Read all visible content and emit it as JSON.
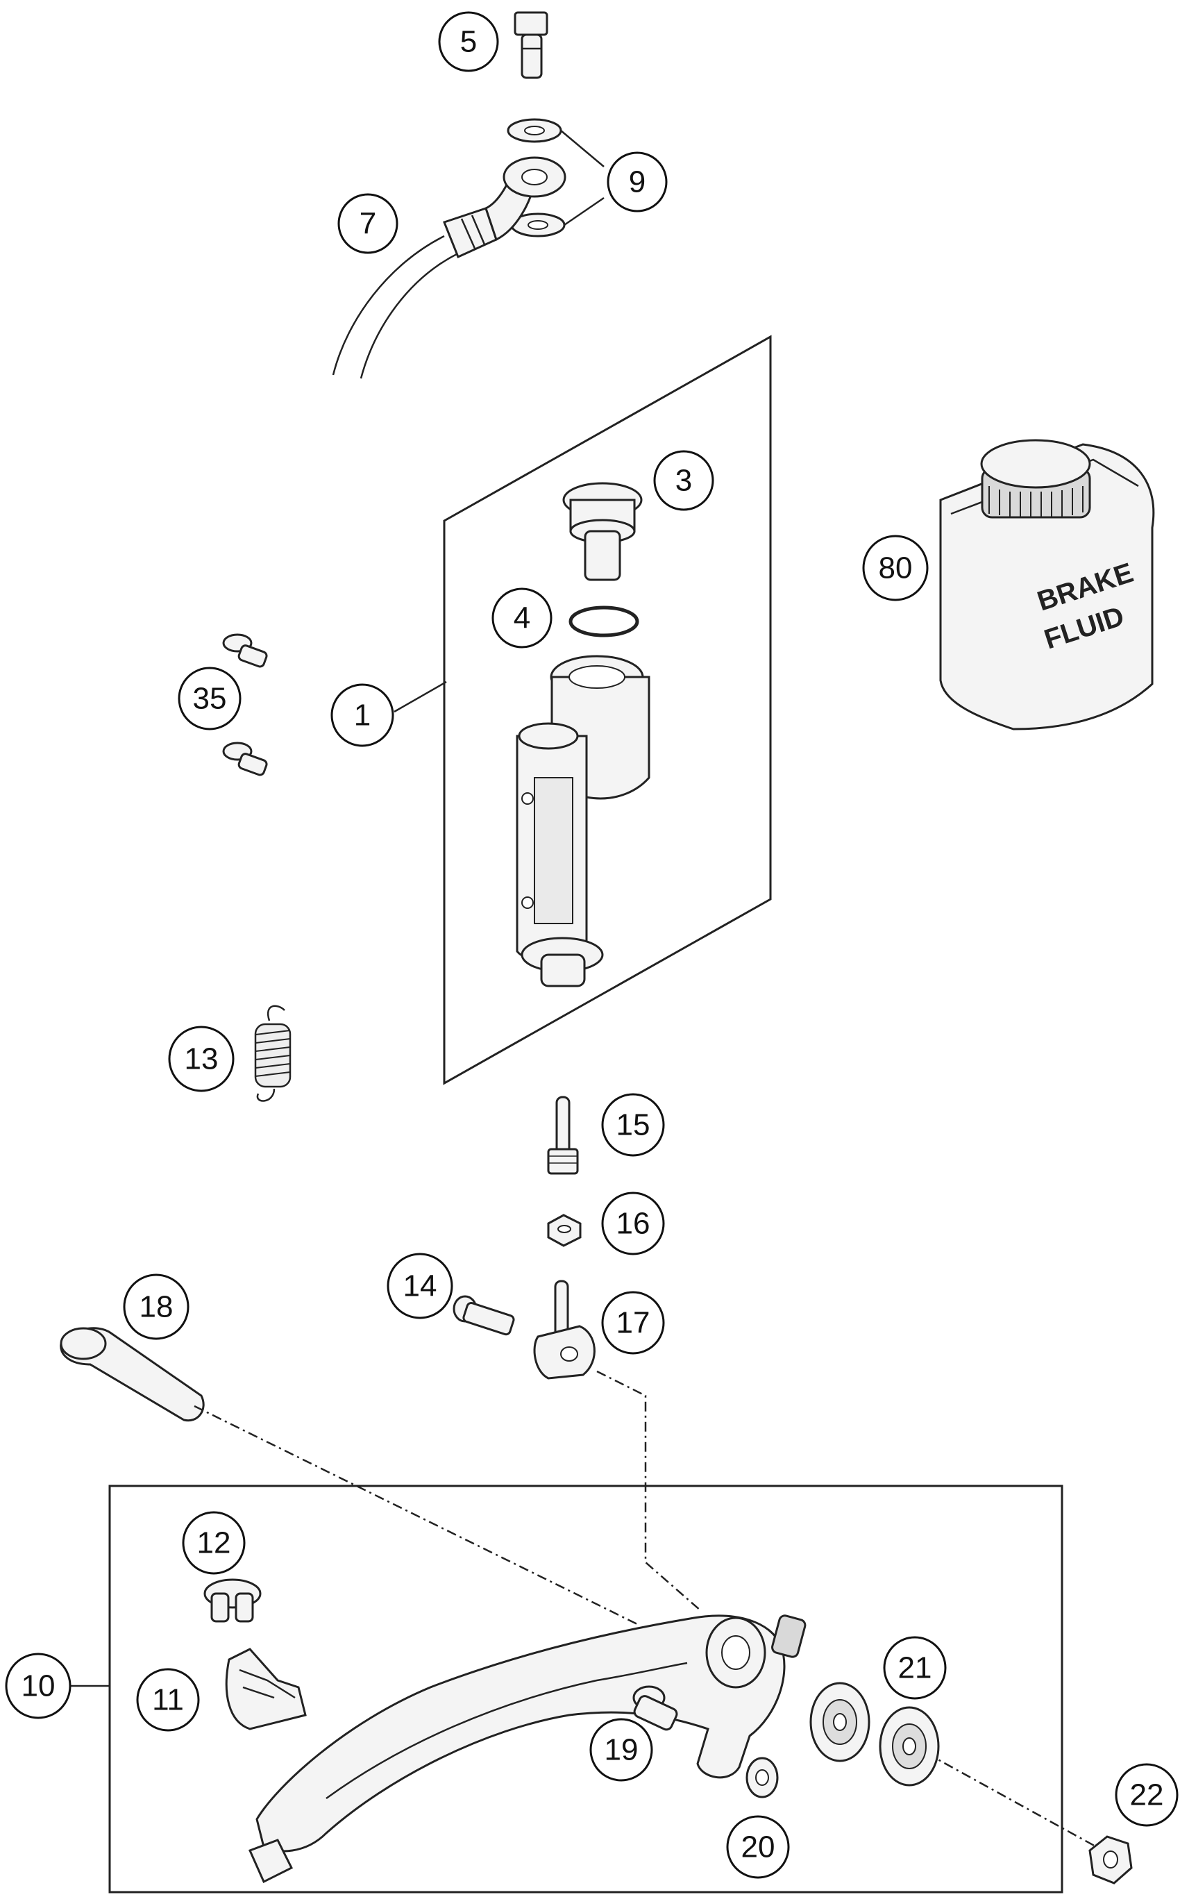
{
  "callouts": {
    "c5": "5",
    "c9": "9",
    "c7": "7",
    "c3": "3",
    "c80": "80",
    "c4": "4",
    "c35": "35",
    "c1": "1",
    "c13": "13",
    "c15": "15",
    "c16": "16",
    "c14": "14",
    "c17": "17",
    "c18": "18",
    "c12": "12",
    "c10": "10",
    "c11": "11",
    "c21": "21",
    "c19": "19",
    "c22": "22",
    "c20": "20"
  },
  "bottle_label": {
    "line1": "BRAKE",
    "line2": "FLUID"
  }
}
